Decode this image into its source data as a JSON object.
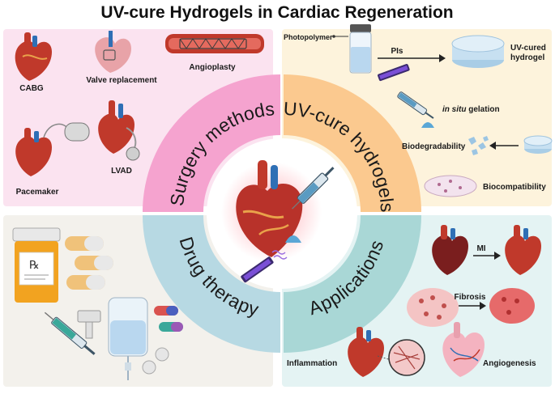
{
  "title": "UV-cure Hydrogels in Cardiac Regeneration",
  "colors": {
    "surgery_bg": "#fbe3f0",
    "uv_bg": "#fdf3dc",
    "drug_bg": "#f3f1ec",
    "app_bg": "#e4f3f3",
    "surgery_ring": "#f5a3cf",
    "uv_ring": "#fbc98f",
    "drug_ring": "#b7d9e3",
    "app_ring": "#a9d7d6",
    "heart_red": "#c0392b",
    "vessel_blue": "#2f6fb5",
    "uv_purple": "#4b2a8c"
  },
  "quadrants": {
    "surgery": {
      "ring_label": "Surgery methods",
      "items": {
        "cabg": "CABG",
        "valve": "Valve replacement",
        "angioplasty": "Angioplasty",
        "pacemaker": "Pacemaker",
        "lvad": "LVAD"
      }
    },
    "uv": {
      "ring_label": "UV-cure hydrogels",
      "items": {
        "photopolymer": "Photopolymer",
        "pis": "PIs",
        "uv_cured_1": "UV-cured",
        "uv_cured_2": "hydrogel",
        "in_situ_italic": "in situ",
        "gelation": " gelation",
        "biodegradability": "Biodegradability",
        "biocompatibility": "Biocompatibility"
      }
    },
    "drug": {
      "ring_label": "Drug therapy",
      "rx_symbol": "℞"
    },
    "applications": {
      "ring_label": "Applications",
      "items": {
        "mi": "MI",
        "fibrosis": "Fibrosis",
        "inflammation": "Inflammation",
        "angiogenesis": "Angiogenesis"
      }
    }
  }
}
